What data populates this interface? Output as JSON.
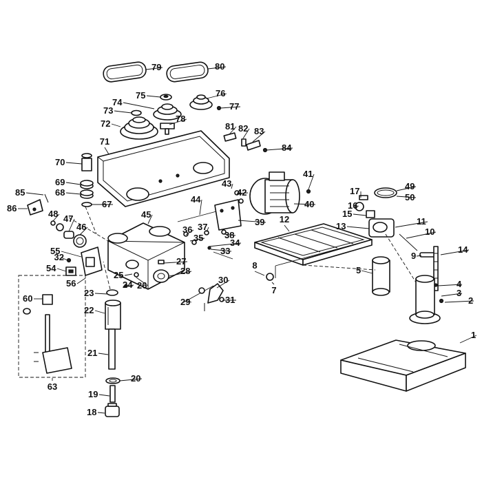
{
  "diagram": {
    "type": "exploded parts diagram",
    "callouts": [
      {
        "id": "1"
      },
      {
        "id": "2"
      },
      {
        "id": "3"
      },
      {
        "id": "4"
      },
      {
        "id": "5"
      },
      {
        "id": "7"
      },
      {
        "id": "8"
      },
      {
        "id": "9"
      },
      {
        "id": "10"
      },
      {
        "id": "11"
      },
      {
        "id": "12"
      },
      {
        "id": "13"
      },
      {
        "id": "14"
      },
      {
        "id": "15"
      },
      {
        "id": "16"
      },
      {
        "id": "17"
      },
      {
        "id": "18"
      },
      {
        "id": "19"
      },
      {
        "id": "20"
      },
      {
        "id": "21"
      },
      {
        "id": "22"
      },
      {
        "id": "23"
      },
      {
        "id": "24"
      },
      {
        "id": "25"
      },
      {
        "id": "26"
      },
      {
        "id": "27"
      },
      {
        "id": "28"
      },
      {
        "id": "29"
      },
      {
        "id": "30"
      },
      {
        "id": "31"
      },
      {
        "id": "32"
      },
      {
        "id": "33"
      },
      {
        "id": "34"
      },
      {
        "id": "35"
      },
      {
        "id": "36"
      },
      {
        "id": "37"
      },
      {
        "id": "38"
      },
      {
        "id": "39"
      },
      {
        "id": "40"
      },
      {
        "id": "41"
      },
      {
        "id": "42"
      },
      {
        "id": "43"
      },
      {
        "id": "44"
      },
      {
        "id": "45"
      },
      {
        "id": "46"
      },
      {
        "id": "47"
      },
      {
        "id": "48"
      },
      {
        "id": "49"
      },
      {
        "id": "50"
      },
      {
        "id": "54"
      },
      {
        "id": "55"
      },
      {
        "id": "56"
      },
      {
        "id": "60"
      },
      {
        "id": "63"
      },
      {
        "id": "67"
      },
      {
        "id": "68"
      },
      {
        "id": "69"
      },
      {
        "id": "70"
      },
      {
        "id": "71"
      },
      {
        "id": "72"
      },
      {
        "id": "73"
      },
      {
        "id": "74"
      },
      {
        "id": "75"
      },
      {
        "id": "76"
      },
      {
        "id": "77"
      },
      {
        "id": "78"
      },
      {
        "id": "79"
      },
      {
        "id": "80"
      },
      {
        "id": "81"
      },
      {
        "id": "82"
      },
      {
        "id": "83"
      },
      {
        "id": "84"
      },
      {
        "id": "85"
      },
      {
        "id": "86"
      }
    ]
  }
}
